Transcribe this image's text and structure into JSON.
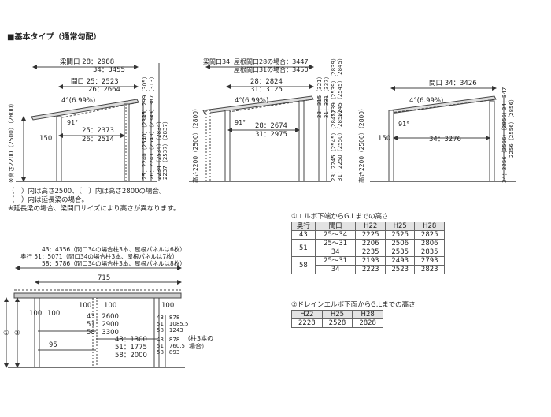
{
  "heading": "■基本タイプ（通常勾配）",
  "diagram1": {
    "beam_span": [
      "梁間口 28：2988",
      "34：3455"
    ],
    "opening": [
      "間口 25：2523",
      "26：2664"
    ],
    "slope": "4°(6.99%)",
    "angle": "91°",
    "inner": [
      "25：2373",
      "26：2514"
    ],
    "dim150": "150",
    "right_a": [
      "25：299（305）",
      "26：307（313）"
    ],
    "right_b": [
      "2234（2534）（2834）",
      "2237（2537）（2837）"
    ],
    "right_c": [
      "25：2240（2540）（2840）",
      "26：2243（2543）（2843）"
    ],
    "left_height": "※高さ2200（2500）（2800）"
  },
  "diagram2": {
    "labels": [
      "梁間口34",
      "屋根間口28の場合：3447",
      "屋根間口31の場合：3450"
    ],
    "opening": [
      "28：2824",
      "31：3125"
    ],
    "slope": "4°(6.99%)",
    "angle": "91°",
    "inner": [
      "28：2674",
      "31：2975"
    ],
    "right_a": [
      "28：315（321）",
      "31：331（337）"
    ],
    "right_b": [
      "2239（2539）（2839）",
      "2245（2545）（2845）"
    ],
    "right_c": [
      "28：2245（2545）（2845）",
      "31：2250（2550）（2850）"
    ],
    "left_height": "高さ2200（2500）（2800）"
  },
  "diagram3": {
    "opening": "間口 34：3426",
    "slope": "4°(6.99%)",
    "angle": "91°",
    "inner": "34：3276",
    "dim150": "150",
    "right_a": "34：347",
    "right_b": "2256（2556）（2856）",
    "right_c": "34：2256（2556）（2856）",
    "left_height": "高さ2200（2500）（2800）"
  },
  "notes": [
    "（　）内は高さ2500、〔　〕内は高さ2800の場合。",
    "（　）内は延長梁の場合。",
    "※延長梁の場合、梁間口サイズにより高さが異なります。"
  ],
  "side_view": {
    "depth_lines": [
      "43：4356（間口34の場合柱3本、屋根パネルは6枚）",
      "奥行 51：5071（間口34の場合柱3本、屋根パネルは7枚）",
      "58：5786（間口34の場合柱3本、屋根パネルは8枚）"
    ],
    "dim715": "715",
    "arrow100a": "100",
    "arrow100b": "100",
    "arrow100c": "100",
    "arrow100d": "100",
    "arrow100e": "100",
    "mid": [
      "43：2600",
      "51：2900",
      "58：3300"
    ],
    "right1": [
      "43：878",
      "51：1085.5",
      "58：1243"
    ],
    "right2": [
      "43：1300",
      "51：1775",
      "58：2000"
    ],
    "right3": [
      "43：878",
      "51：760.5",
      "58：893"
    ],
    "dim95": "95",
    "circle1": "①",
    "circle2": "②",
    "pillar_note": [
      "（柱3本の",
      "場合）"
    ]
  },
  "table1": {
    "title": "①エルボ下端からG.Lまでの高さ",
    "headers": [
      "奥行",
      "間口",
      "H22",
      "H25",
      "H28"
    ],
    "groups": [
      {
        "depth": "43",
        "rows": [
          [
            "25～34",
            "2225",
            "2525",
            "2825"
          ]
        ]
      },
      {
        "depth": "51",
        "rows": [
          [
            "25～31",
            "2206",
            "2506",
            "2806"
          ],
          [
            "34",
            "2235",
            "2535",
            "2835"
          ]
        ]
      },
      {
        "depth": "58",
        "rows": [
          [
            "25～31",
            "2193",
            "2493",
            "2793"
          ],
          [
            "34",
            "2223",
            "2523",
            "2823"
          ]
        ]
      }
    ]
  },
  "table2": {
    "title": "②ドレインエルボ下面からG.Lまでの高さ",
    "headers": [
      "H22",
      "H25",
      "H28"
    ],
    "values": [
      "2228",
      "2528",
      "2828"
    ]
  }
}
